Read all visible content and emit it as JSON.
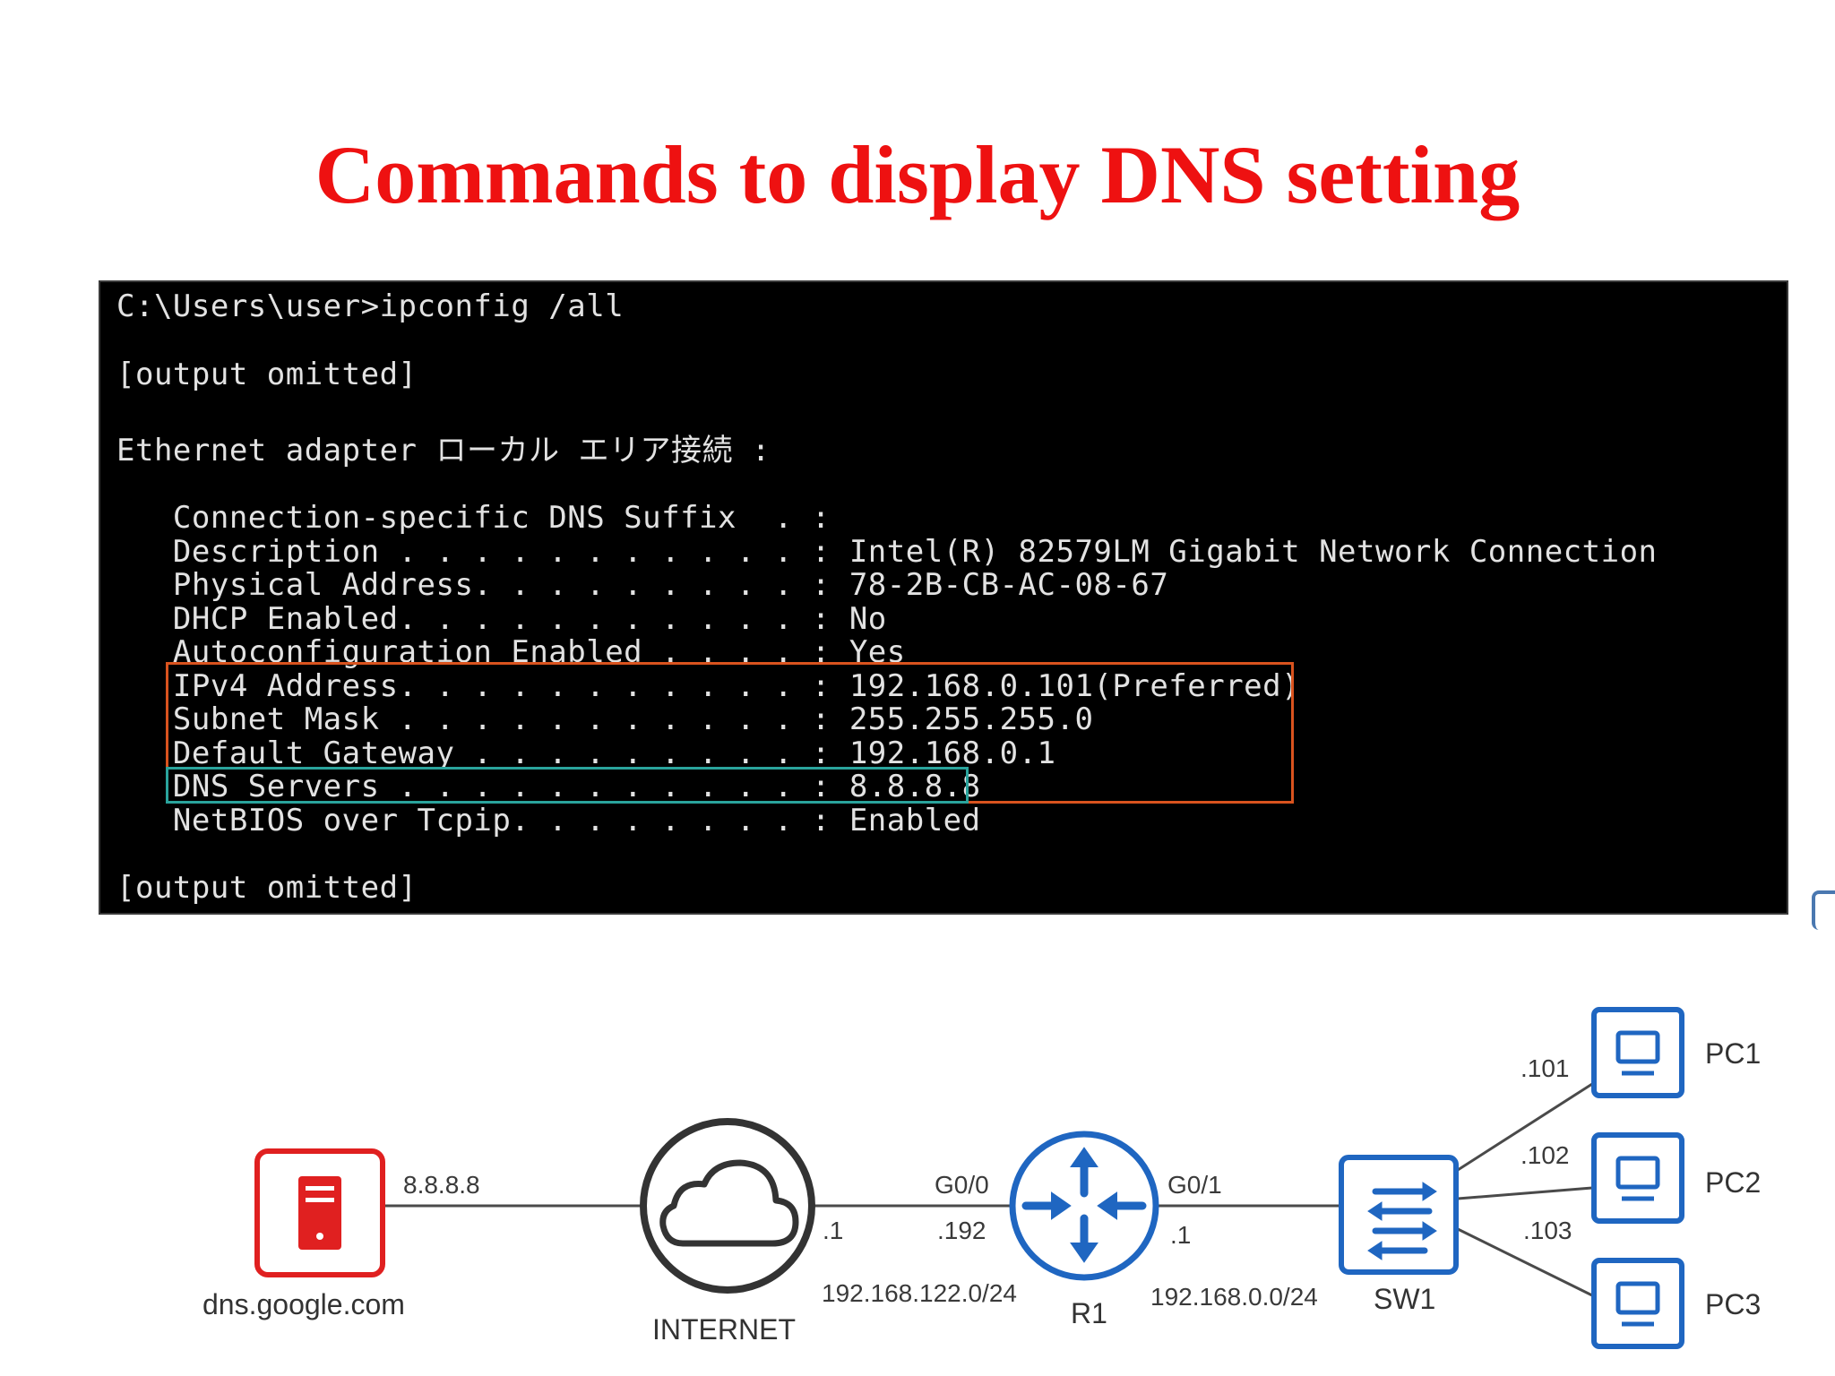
{
  "title": "Commands to display DNS setting",
  "terminal": {
    "lines": [
      "C:\\Users\\user>ipconfig /all",
      "[output omitted]",
      "Ethernet adapter ローカル エリア接続 :",
      "   Connection-specific DNS Suffix  . :",
      "   Description . . . . . . . . . . . : Intel(R) 82579LM Gigabit Network Connection",
      "   Physical Address. . . . . . . . . : 78-2B-CB-AC-08-67",
      "   DHCP Enabled. . . . . . . . . . . : No",
      "   Autoconfiguration Enabled . . . . : Yes",
      "   IPv4 Address. . . . . . . . . . . : 192.168.0.101(Preferred)",
      "   Subnet Mask . . . . . . . . . . . : 255.255.255.0",
      "   Default Gateway . . . . . . . . . : 192.168.0.1",
      "   DNS Servers . . . . . . . . . . . : 8.8.8.8",
      "   NetBIOS over Tcpip. . . . . . . . : Enabled",
      "[output omitted]"
    ]
  },
  "highlight_colors": {
    "ip_config_box": "#d9531e",
    "dns_box": "#2aa39c"
  },
  "diagram": {
    "dns_server": {
      "label": "dns.google.com",
      "ip": "8.8.8.8",
      "icon": "server-icon",
      "color": "#e02020"
    },
    "internet": {
      "label": "INTERNET",
      "icon": "cloud-icon"
    },
    "router": {
      "label": "R1",
      "icon": "router-icon",
      "color": "#1f66c1"
    },
    "switch": {
      "label": "SW1",
      "icon": "switch-icon",
      "color": "#1f66c1"
    },
    "links": {
      "internet_side": ".1",
      "r1_g00": "G0/0",
      "r1_g00_ip": ".192",
      "wan_subnet": "192.168.122.0/24",
      "r1_g01": "G0/1",
      "r1_g01_ip": ".1",
      "lan_subnet": "192.168.0.0/24"
    },
    "pcs": [
      {
        "label": "PC1",
        "host": ".101",
        "icon": "pc-icon"
      },
      {
        "label": "PC2",
        "host": ".102",
        "icon": "pc-icon"
      },
      {
        "label": "PC3",
        "host": ".103",
        "icon": "pc-icon"
      }
    ]
  }
}
